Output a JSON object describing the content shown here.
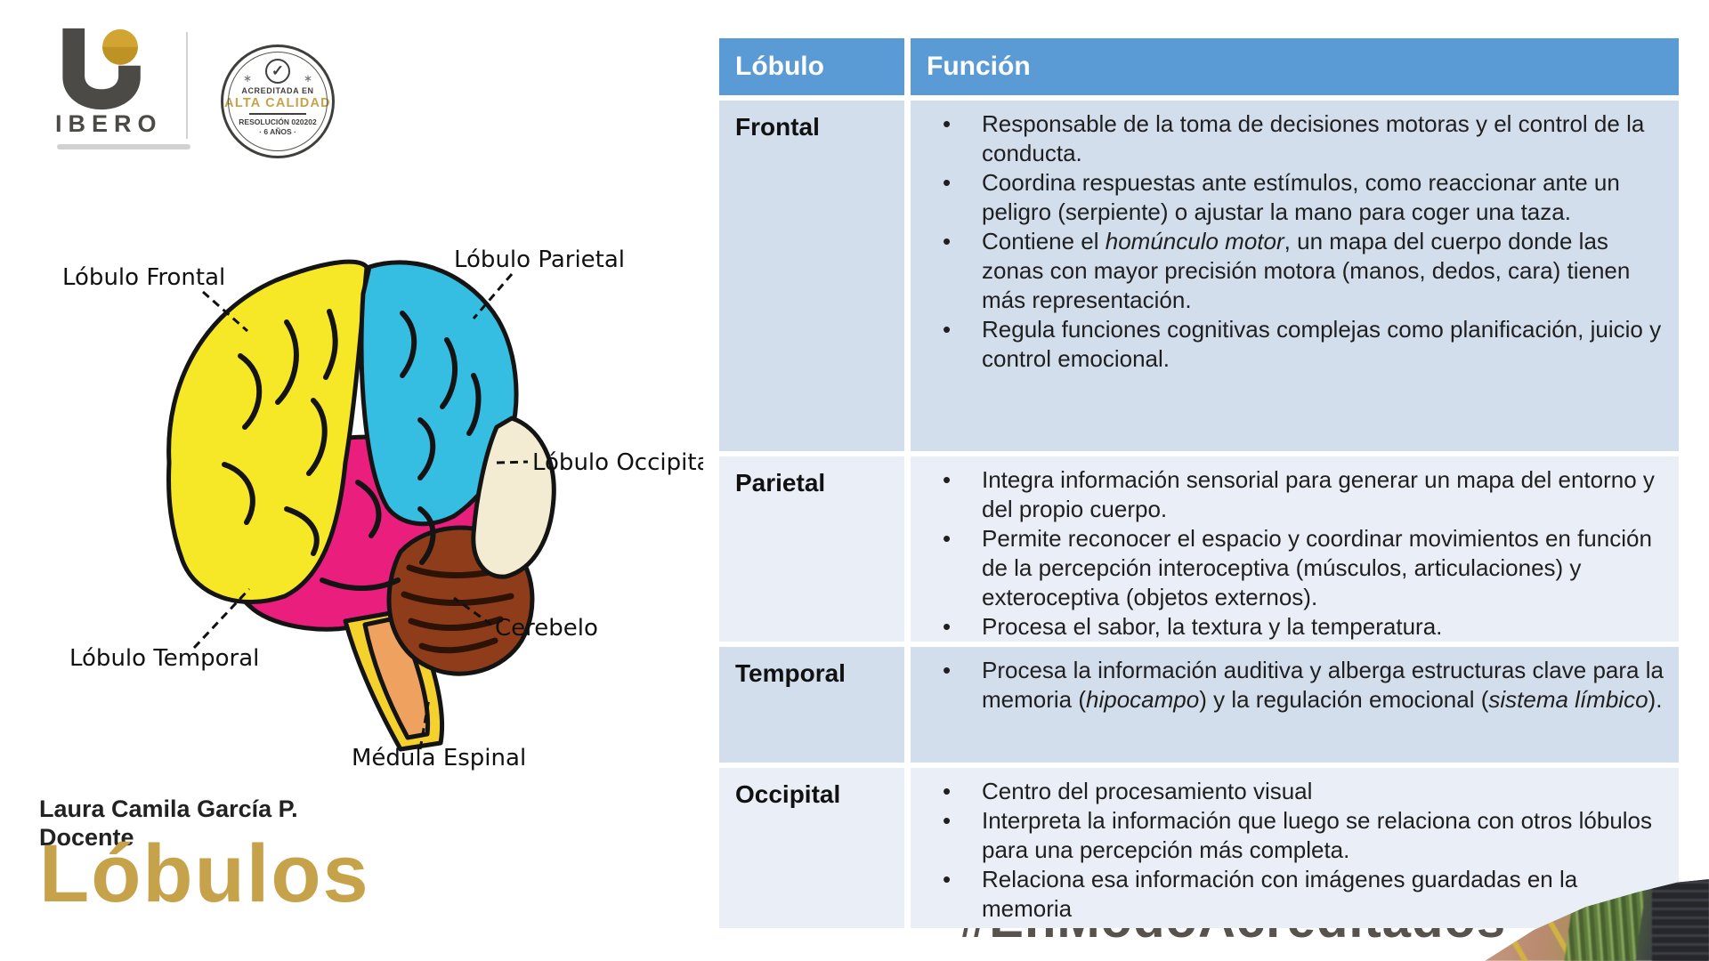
{
  "colors": {
    "header_bg": "#5b9bd5",
    "row_a": "#d3deed",
    "row_b": "#e9eef7",
    "gold": "#c6a34b",
    "hashtag": "#57534c",
    "text": "#1c1c1c",
    "frontal": "#f6e826",
    "parietal": "#35bde2",
    "occipital": "#f3ecd2",
    "temporal": "#e91e7d",
    "cerebellum": "#8e3c1a",
    "stem": "#efa160"
  },
  "branding": {
    "wordmark": "IBERO",
    "seal": {
      "check": "✓",
      "spark": "∗",
      "line1": "ACREDITADA EN",
      "line2": "ALTA CALIDAD",
      "line3": "RESOLUCIÓN 020202",
      "line4": "· 6 AÑOS ·"
    }
  },
  "diagram": {
    "labels": {
      "frontal": "Lóbulo Frontal",
      "parietal": "Lóbulo Parietal",
      "occipital": "Lóbulo Occipital",
      "cerebellum": "Cerebelo",
      "temporal": "Lóbulo Temporal",
      "medulla": "Médula Espinal"
    }
  },
  "author": {
    "name": "Laura Camila García P.",
    "role": "Docente"
  },
  "title": "Lóbulos",
  "hashtag": "#EnModoAcreditados",
  "table": {
    "headers": [
      "Lóbulo",
      "Función"
    ],
    "rows": [
      {
        "lobe": "Frontal",
        "bullets": [
          [
            {
              "t": "Responsable de la toma de decisiones motoras y el control de la conducta."
            }
          ],
          [
            {
              "t": "Coordina respuestas ante estímulos, como reaccionar ante un peligro (serpiente) o ajustar la mano para coger una taza."
            }
          ],
          [
            {
              "t": "Contiene el "
            },
            {
              "t": "homúnculo motor",
              "i": true
            },
            {
              "t": ", un mapa del cuerpo donde las zonas con mayor precisión motora (manos, dedos, cara) tienen más representación."
            }
          ],
          [
            {
              "t": "Regula funciones cognitivas complejas como planificación, juicio y control emocional."
            }
          ]
        ]
      },
      {
        "lobe": "Parietal",
        "bullets": [
          [
            {
              "t": "Integra información sensorial para generar un mapa del entorno y del propio cuerpo."
            }
          ],
          [
            {
              "t": "Permite reconocer el espacio y coordinar movimientos en función de la percepción interoceptiva (músculos, articulaciones) y exteroceptiva (objetos externos)."
            }
          ],
          [
            {
              "t": "Procesa el sabor, la textura y la temperatura."
            }
          ]
        ]
      },
      {
        "lobe": "Temporal",
        "bullets": [
          [
            {
              "t": "Procesa la información auditiva y alberga estructuras clave para la memoria ("
            },
            {
              "t": "hipocampo",
              "i": true
            },
            {
              "t": ") y la regulación emocional ("
            },
            {
              "t": "sistema límbico",
              "i": true
            },
            {
              "t": ")."
            }
          ]
        ]
      },
      {
        "lobe": "Occipital",
        "bullets": [
          [
            {
              "t": "Centro del procesamiento visual"
            }
          ],
          [
            {
              "t": "Interpreta la información que luego se relaciona con otros lóbulos para una percepción más completa."
            }
          ],
          [
            {
              "t": " Relaciona esa información con imágenes guardadas en la memoria"
            }
          ]
        ]
      }
    ]
  }
}
